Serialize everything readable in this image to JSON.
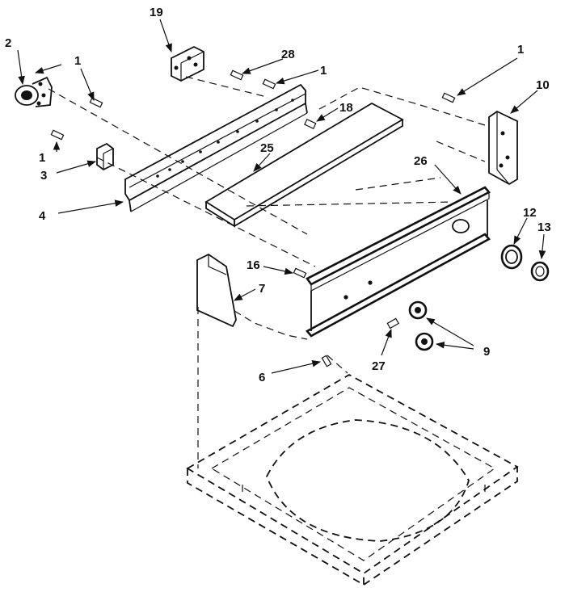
{
  "callouts": {
    "c1a": "1",
    "c1b": "1",
    "c1c": "1",
    "c1d": "1",
    "c2": "2",
    "c3": "3",
    "c4": "4",
    "c6": "6",
    "c7": "7",
    "c9": "9",
    "c10": "10",
    "c12": "12",
    "c13": "13",
    "c16": "16",
    "c18": "18",
    "c19": "19",
    "c25": "25",
    "c26": "26",
    "c27": "27",
    "c28": "28"
  },
  "colors": {
    "ink": "#111111",
    "background": "#ffffff"
  }
}
